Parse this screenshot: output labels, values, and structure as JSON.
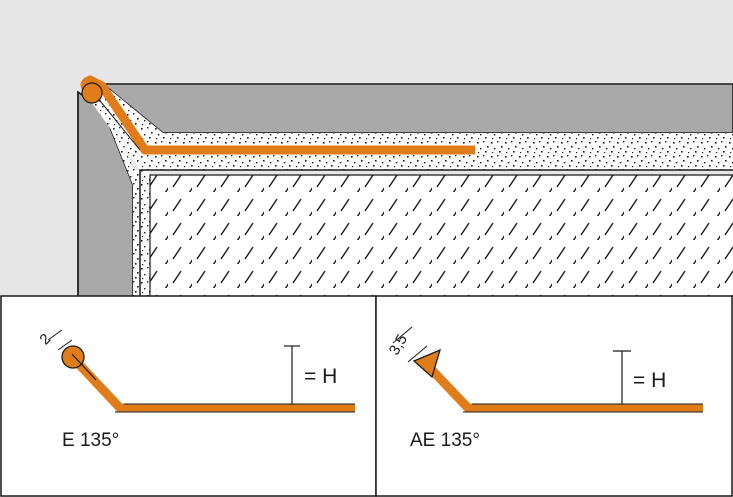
{
  "panels": [
    {
      "profile_label": "E 135°",
      "height_label": "= H",
      "edge_dimension": "2"
    },
    {
      "profile_label": "AE 135°",
      "height_label": "= H",
      "edge_dimension": "3,5"
    }
  ],
  "colors": {
    "background": "#e6e6e6",
    "wall": "#a9a9a9",
    "profile": "#e07c1a",
    "outline": "#1a1a1a",
    "panel": "#ffffff"
  }
}
